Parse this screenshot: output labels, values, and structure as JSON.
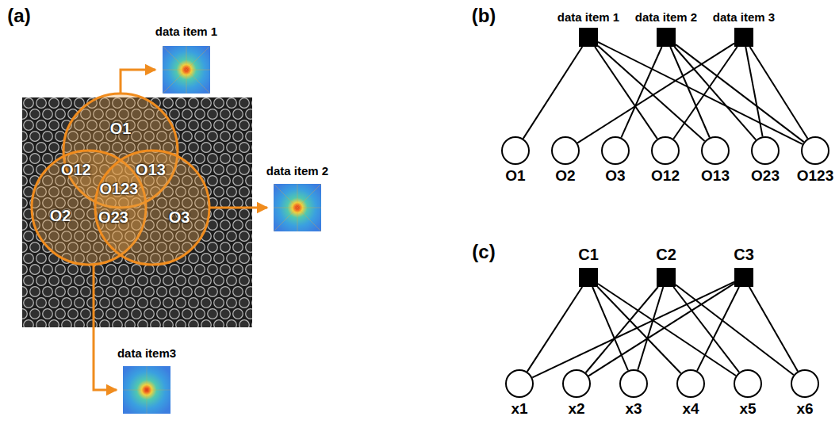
{
  "diagram": {
    "nodes": [
      {
        "text": [
          "data item 1"
        ]
      },
      {
        "text": [
          "data item 2"
        ]
      },
      {
        "text": [
          "data item 3"
        ]
      },
      {
        "text": [
          "O1"
        ]
      },
      {
        "text": [
          "O2"
        ]
      },
      {
        "text": [
          "O3"
        ]
      },
      {
        "text": [
          "O12"
        ]
      },
      {
        "text": [
          "O13"
        ]
      },
      {
        "text": [
          "O23"
        ]
      },
      {
        "text": [
          "O123"
        ]
      },
      {
        "text": [
          "C1"
        ]
      },
      {
        "text": [
          "C2"
        ]
      },
      {
        "text": [
          "C3"
        ]
      },
      {
        "text": [
          "x1"
        ]
      },
      {
        "text": [
          "x2"
        ]
      },
      {
        "text": [
          "x3"
        ]
      },
      {
        "text": [
          "x4"
        ]
      },
      {
        "text": [
          "x5"
        ]
      },
      {
        "text": [
          "x6"
        ]
      }
    ],
    "edges": [
      {
        "from": 0,
        "to": 3,
        "arrow": "none"
      },
      {
        "from": 0,
        "to": 6,
        "arrow": "none"
      },
      {
        "from": 0,
        "to": 7,
        "arrow": "none"
      },
      {
        "from": 0,
        "to": 9,
        "arrow": "none"
      },
      {
        "from": 1,
        "to": 5,
        "arrow": "none"
      },
      {
        "from": 1,
        "to": 7,
        "arrow": "none"
      },
      {
        "from": 1,
        "to": 8,
        "arrow": "none"
      },
      {
        "from": 1,
        "to": 9,
        "arrow": "none"
      },
      {
        "from": 2,
        "to": 4,
        "arrow": "none"
      },
      {
        "from": 2,
        "to": 6,
        "arrow": "none"
      },
      {
        "from": 2,
        "to": 8,
        "arrow": "none"
      },
      {
        "from": 2,
        "to": 9,
        "arrow": "none"
      },
      {
        "from": 10,
        "to": 13,
        "arrow": "none"
      },
      {
        "from": 10,
        "to": 15,
        "arrow": "none"
      },
      {
        "from": 10,
        "to": 16,
        "arrow": "none"
      },
      {
        "from": 10,
        "to": 17,
        "arrow": "none"
      },
      {
        "from": 11,
        "to": 14,
        "arrow": "none"
      },
      {
        "from": 11,
        "to": 15,
        "arrow": "none"
      },
      {
        "from": 11,
        "to": 17,
        "arrow": "none"
      },
      {
        "from": 11,
        "to": 18,
        "arrow": "none"
      },
      {
        "from": 12,
        "to": 13,
        "arrow": "none"
      },
      {
        "from": 12,
        "to": 14,
        "arrow": "none"
      },
      {
        "from": 12,
        "to": 16,
        "arrow": "none"
      },
      {
        "from": 12,
        "to": 18,
        "arrow": "none"
      }
    ],
    "labels": [
      "(a)",
      "data item 1",
      "data item 2",
      "data item3",
      "O1",
      "O12",
      "O13",
      "O123",
      "O2",
      "O23",
      "O3",
      "(b)",
      "(c)"
    ]
  }
}
